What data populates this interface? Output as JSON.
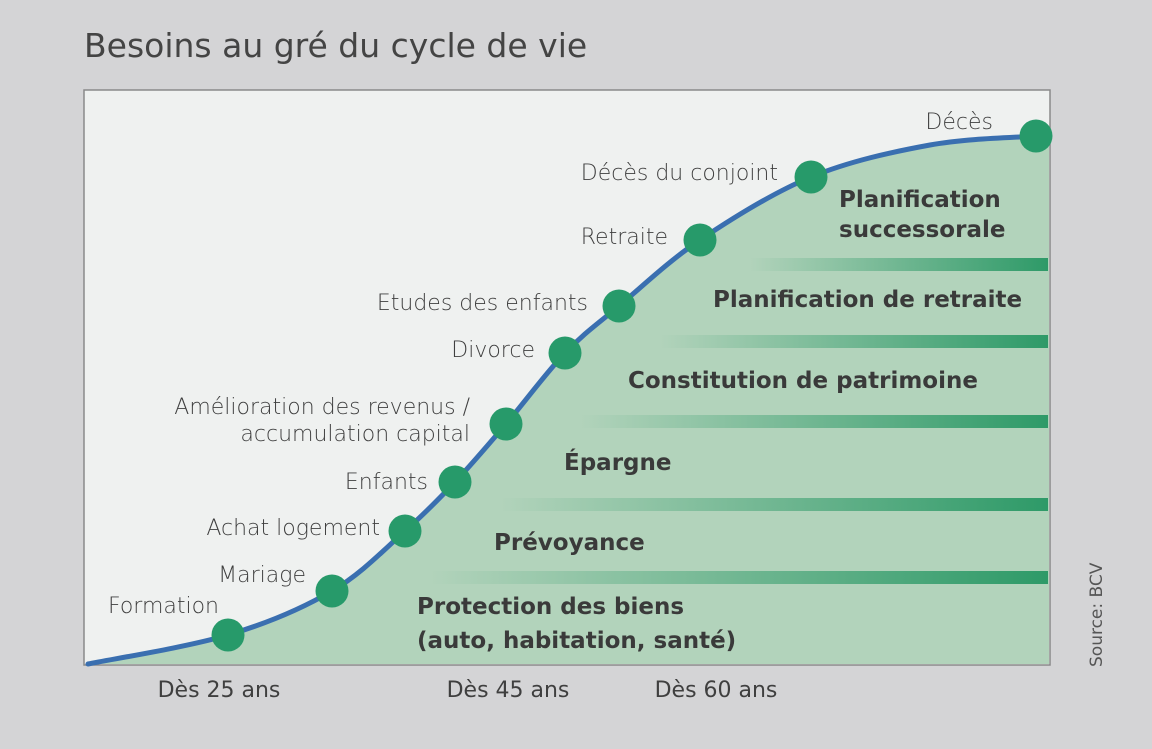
{
  "title": "Besoins au gré du cycle de vie",
  "source": "Source: BCV",
  "colors": {
    "background": "#d4d4d6",
    "plot": "#eff1f0",
    "fill": "#b2d3bb",
    "curve": "#3a6fb0",
    "dot": "#279a6a",
    "band": "#2e9a68"
  },
  "events": [
    "Formation",
    "Mariage",
    "Achat logement",
    "Enfants",
    "Amélioration des revenus /",
    "accumulation capital",
    "Divorce",
    "Etudes des enfants",
    "Retraite",
    "Décès du conjoint",
    "Décès"
  ],
  "needs": [
    "Planification",
    "successorale",
    "Planification de retraite",
    "Constitution de patrimoine",
    "Épargne",
    "Prévoyance",
    "Protection des biens",
    "(auto, habitation, santé)"
  ],
  "axis": [
    "Dès 25 ans",
    "Dès 45 ans",
    "Dès 60 ans"
  ]
}
